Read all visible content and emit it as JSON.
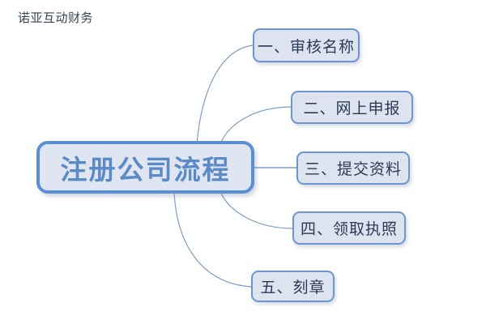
{
  "watermark": {
    "text": "诺亚互动财务"
  },
  "diagram": {
    "type": "mind-map",
    "central": {
      "label": "注册公司流程"
    },
    "branches": [
      {
        "label": "一、审核名称"
      },
      {
        "label": "二、网上申报"
      },
      {
        "label": "三、提交资料"
      },
      {
        "label": "四、领取执照"
      },
      {
        "label": "五、刻章"
      }
    ]
  },
  "colors": {
    "node_border": "#6b96d0",
    "node_fill": "#dde4f0",
    "central_border": "#5b8fd4",
    "central_fill": "#dfe6f2",
    "central_text": "#5c8ac6",
    "branch_text": "#2b3a55",
    "connector": "#7d9cc4",
    "watermark_text": "#3a4250",
    "background": "#ffffff"
  }
}
